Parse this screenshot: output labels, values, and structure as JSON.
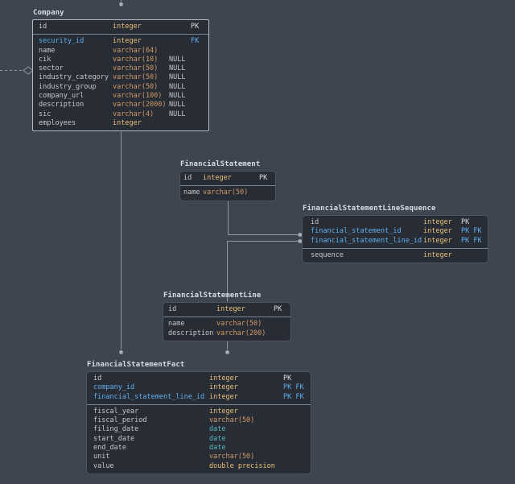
{
  "palette": {
    "background": "#3e4450",
    "table_bg": "#282c34",
    "table_border": "#4d5362",
    "selected_border": "#b3b9c5",
    "title_text": "#d9dce3",
    "name_text": "#c2c7d1",
    "fk_text": "#61afef",
    "int_type": "#e5c07b",
    "varchar_type": "#d19a66",
    "date_type": "#56b6c2",
    "pk_text": "#d9dce3",
    "divider": "#7d8594",
    "line_color": "#9098a5",
    "dot_color": "#a7aeba"
  },
  "tables": {
    "company": {
      "title": "Company",
      "selected": true,
      "sections": [
        [
          {
            "name": "id",
            "type": "integer",
            "keys": "PK"
          }
        ],
        [
          {
            "name": "security_id",
            "type": "integer",
            "keys": "FK",
            "fk": true
          },
          {
            "name": "name",
            "type": "varchar(64)"
          },
          {
            "name": "cik",
            "type": "varchar(10)",
            "attr": "NULL"
          },
          {
            "name": "sector",
            "type": "varchar(50)",
            "attr": "NULL"
          },
          {
            "name": "industry_category",
            "type": "varchar(50)",
            "attr": "NULL"
          },
          {
            "name": "industry_group",
            "type": "varchar(50)",
            "attr": "NULL"
          },
          {
            "name": "company_url",
            "type": "varchar(100)",
            "attr": "NULL"
          },
          {
            "name": "description",
            "type": "varchar(2000)",
            "attr": "NULL"
          },
          {
            "name": "sic",
            "type": "varchar(4)",
            "attr": "NULL"
          },
          {
            "name": "employees",
            "type": "integer"
          }
        ]
      ]
    },
    "financial_statement": {
      "title": "FinancialStatement",
      "sections": [
        [
          {
            "name": "id",
            "type": "integer",
            "keys": "PK"
          }
        ],
        [
          {
            "name": "name",
            "type": "varchar(50)"
          }
        ]
      ]
    },
    "financial_statement_line_sequence": {
      "title": "FinancialStatementLineSequence",
      "sections": [
        [
          {
            "name": "id",
            "type": "integer",
            "keys": "PK"
          },
          {
            "name": "financial_statement_id",
            "type": "integer",
            "keys": "PK FK",
            "fk": true
          },
          {
            "name": "financial_statement_line_id",
            "type": "integer",
            "keys": "PK FK",
            "fk": true
          }
        ],
        [
          {
            "name": "sequence",
            "type": "integer"
          }
        ]
      ]
    },
    "financial_statement_line": {
      "title": "FinancialStatementLine",
      "sections": [
        [
          {
            "name": "id",
            "type": "integer",
            "keys": "PK"
          }
        ],
        [
          {
            "name": "name",
            "type": "varchar(50)"
          },
          {
            "name": "description",
            "type": "varchar(200)"
          }
        ]
      ]
    },
    "financial_statement_fact": {
      "title": "FinancialStatementFact",
      "sections": [
        [
          {
            "name": "id",
            "type": "integer",
            "keys": "PK"
          },
          {
            "name": "company_id",
            "type": "integer",
            "keys": "PK FK",
            "fk": true
          },
          {
            "name": "financial_statement_line_id",
            "type": "integer",
            "keys": "PK FK",
            "fk": true
          }
        ],
        [
          {
            "name": "fiscal_year",
            "type": "integer"
          },
          {
            "name": "fiscal_period",
            "type": "varchar(50)"
          },
          {
            "name": "filing_date",
            "type": "date"
          },
          {
            "name": "start_date",
            "type": "date"
          },
          {
            "name": "end_date",
            "type": "date"
          },
          {
            "name": "unit",
            "type": "varchar(50)"
          },
          {
            "name": "value",
            "type": "double precision"
          }
        ]
      ]
    }
  },
  "relations": [
    {
      "from": "offscreen-top",
      "to": "Company",
      "style": "solid-dot"
    },
    {
      "from": "offscreen-left",
      "to": "Company",
      "style": "dashed-diamond"
    },
    {
      "from": "Company",
      "to": "FinancialStatementFact",
      "style": "solid-dot"
    },
    {
      "from": "FinancialStatement",
      "to": "FinancialStatementLineSequence",
      "style": "solid-dot"
    },
    {
      "from": "FinancialStatementLine",
      "to": "FinancialStatementLineSequence",
      "style": "solid-dot"
    },
    {
      "from": "FinancialStatementLine",
      "to": "FinancialStatementFact",
      "style": "solid-dot"
    }
  ]
}
